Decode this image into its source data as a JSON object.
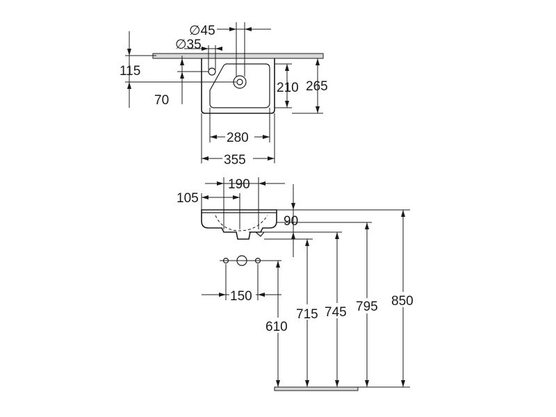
{
  "top_view": {
    "dia_45": "∅45",
    "dia_35": "∅35",
    "d115": "115",
    "d70": "70",
    "d210": "210",
    "d265": "265",
    "d280": "280",
    "d355": "355"
  },
  "front_view": {
    "d190": "190",
    "d105": "105",
    "d90": "90",
    "d150": "150",
    "d610": "610",
    "d715": "715",
    "d745": "745",
    "d795": "795",
    "d850": "850"
  }
}
